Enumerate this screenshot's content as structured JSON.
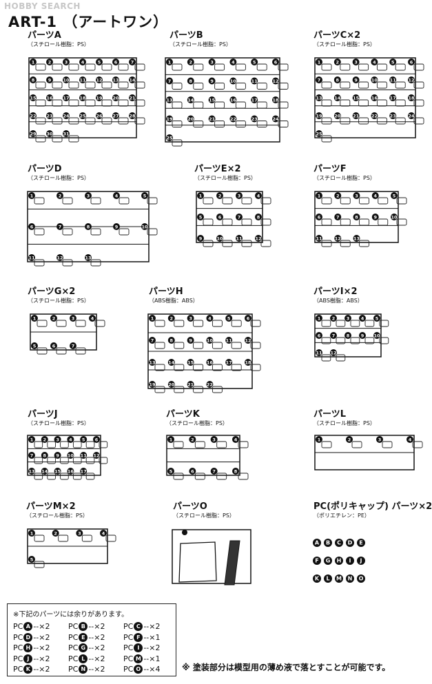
{
  "watermark": "HOBBY SEARCH",
  "title": "ART-1 （アートワン）",
  "parts": [
    {
      "name": "パーツA",
      "material": "（スチロール樹脂：PS）",
      "count": 31
    },
    {
      "name": "パーツB",
      "material": "（スチロール樹脂：PS）",
      "count": 25
    },
    {
      "name": "パーツC×2",
      "material": "（スチロール樹脂：PS）",
      "count": 25
    },
    {
      "name": "パーツD",
      "material": "（スチロール樹脂：PS）",
      "count": 13
    },
    {
      "name": "パーツE×2",
      "material": "（スチロール樹脂：PS）",
      "count": 12
    },
    {
      "name": "パーツF",
      "material": "（スチロール樹脂：PS）",
      "count": 13
    },
    {
      "name": "パーツG×2",
      "material": "（スチロール樹脂：PS）",
      "count": 7
    },
    {
      "name": "パーツH",
      "material": "（ABS樹脂：ABS）",
      "count": 22
    },
    {
      "name": "パーツI×2",
      "material": "（ABS樹脂：ABS）",
      "count": 12
    },
    {
      "name": "パーツJ",
      "material": "（スチロール樹脂：PS）",
      "count": 17
    },
    {
      "name": "パーツK",
      "material": "（スチロール樹脂：PS）",
      "count": 8
    },
    {
      "name": "パーツL",
      "material": "（スチロール樹脂：PS）",
      "count": 4
    },
    {
      "name": "パーツM×2",
      "material": "（スチロール樹脂：PS）",
      "count": 5
    },
    {
      "name": "パーツO",
      "material": "（スチロール樹脂：PS）",
      "count": 1
    },
    {
      "name": "PC(ポリキャップ) パーツ×2",
      "material": "（ポリエチレン：PE）",
      "count": 15,
      "letters": [
        "A",
        "B",
        "C",
        "D",
        "E",
        "F",
        "G",
        "H",
        "I",
        "J",
        "K",
        "L",
        "M",
        "N",
        "O"
      ]
    }
  ],
  "spare_note": {
    "header": "※下記のパーツには余りがあります。",
    "items": [
      {
        "prefix": "PC",
        "letter": "A",
        "qty": "--×2"
      },
      {
        "prefix": "PC",
        "letter": "B",
        "qty": "--×2"
      },
      {
        "prefix": "PC",
        "letter": "C",
        "qty": "--×2"
      },
      {
        "prefix": "PC",
        "letter": "D",
        "qty": "--×2"
      },
      {
        "prefix": "PC",
        "letter": "E",
        "qty": "--×2"
      },
      {
        "prefix": "PC",
        "letter": "F",
        "qty": "--×1"
      },
      {
        "prefix": "PC",
        "letter": "H",
        "qty": "--×2"
      },
      {
        "prefix": "PC",
        "letter": "G",
        "qty": "--×2"
      },
      {
        "prefix": "PC",
        "letter": "I",
        "qty": "--×2"
      },
      {
        "prefix": "PC",
        "letter": "J",
        "qty": "--×2"
      },
      {
        "prefix": "PC",
        "letter": "L",
        "qty": "--×2"
      },
      {
        "prefix": "PC",
        "letter": "M",
        "qty": "--×1"
      },
      {
        "prefix": "PC",
        "letter": "K",
        "qty": "--×2"
      },
      {
        "prefix": "PC",
        "letter": "N",
        "qty": "--×2"
      },
      {
        "prefix": "PC",
        "letter": "O",
        "qty": "--×4"
      }
    ]
  },
  "footnote": "※ 塗装部分は模型用の薄め液で落とすことが可能です。"
}
